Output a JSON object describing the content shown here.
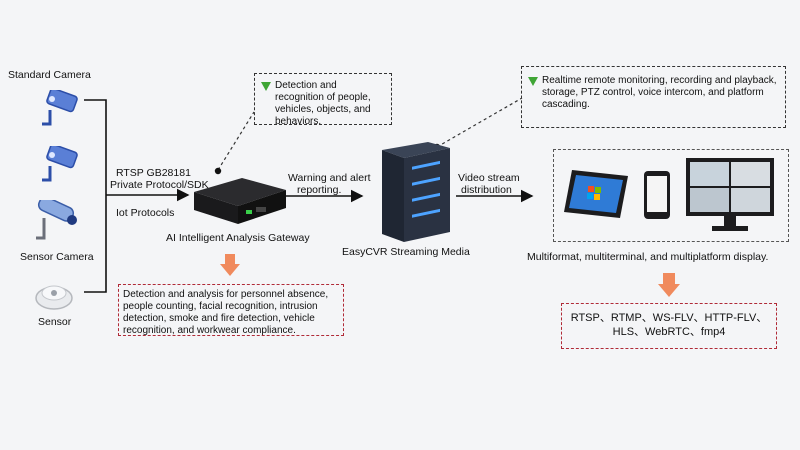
{
  "sources": {
    "standard_camera": "Standard Camera",
    "sensor_camera": "Sensor Camera",
    "sensor": "Sensor"
  },
  "protocols": {
    "line1": "RTSP GB28181",
    "line2": "Private Protocol/SDK",
    "iot": "Iot Protocols"
  },
  "gateway": {
    "label": "AI Intelligent Analysis Gateway",
    "note_top": "Detection and recognition of people, vehicles, objects, and behaviors.",
    "note_bottom": "Detection and analysis for personnel absence, people counting, facial recognition, intrusion detection, smoke and fire detection, vehicle recognition, and workwear compliance."
  },
  "link1": {
    "line1": "Warning and alert",
    "line2": "reporting."
  },
  "server": {
    "label": "EasyCVR Streaming Media",
    "note_top": "Realtime remote monitoring, recording and playback, storage, PTZ control, voice intercom, and platform cascading."
  },
  "link2": {
    "line1": "Video stream",
    "line2": "distribution"
  },
  "display": {
    "label": "Multiformat, multiterminal, and multiplatform display.",
    "formats_line1": "RTSP、RTMP、WS-FLV、HTTP-FLV、",
    "formats_line2": "HLS、WebRTC、fmp4"
  },
  "colors": {
    "note_triangle": "#3fa535",
    "red_border": "#b02a37",
    "orange_arrow": "#f08a5d"
  }
}
